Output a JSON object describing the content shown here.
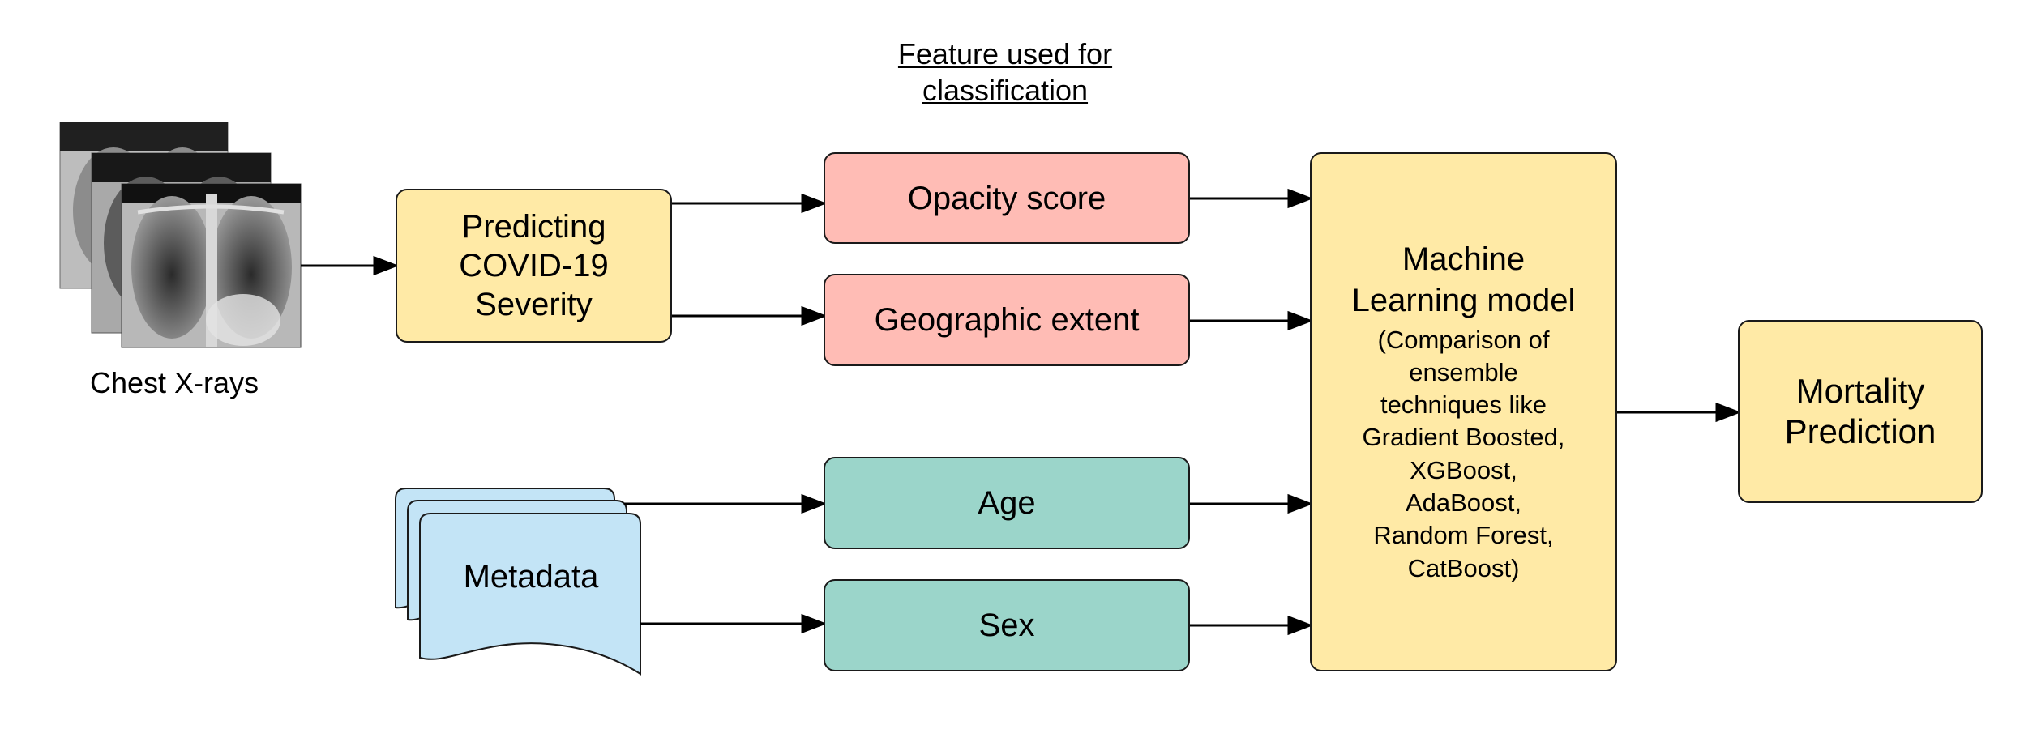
{
  "header": {
    "line1": "Feature used for",
    "line2": "classification"
  },
  "xray": {
    "caption": "Chest X-rays"
  },
  "predict": {
    "lines": [
      "Predicting",
      "COVID-19",
      "Severity"
    ]
  },
  "metadata": {
    "label": "Metadata"
  },
  "features": {
    "opacity": "Opacity score",
    "extent": "Geographic extent",
    "age": "Age",
    "sex": "Sex"
  },
  "model": {
    "title_lines": [
      "Machine",
      "Learning model"
    ],
    "detail_lines": [
      "(Comparison of",
      "ensemble",
      "techniques like",
      "Gradient Boosted,",
      "XGBoost,",
      "AdaBoost,",
      "Random Forest,",
      "CatBoost)"
    ]
  },
  "output": {
    "lines": [
      "Mortality",
      "Prediction"
    ]
  },
  "colors": {
    "yellow": "#ffeaa6",
    "pink": "#ffbcb5",
    "teal": "#9bd5ca",
    "blue": "#c3e4f6"
  }
}
